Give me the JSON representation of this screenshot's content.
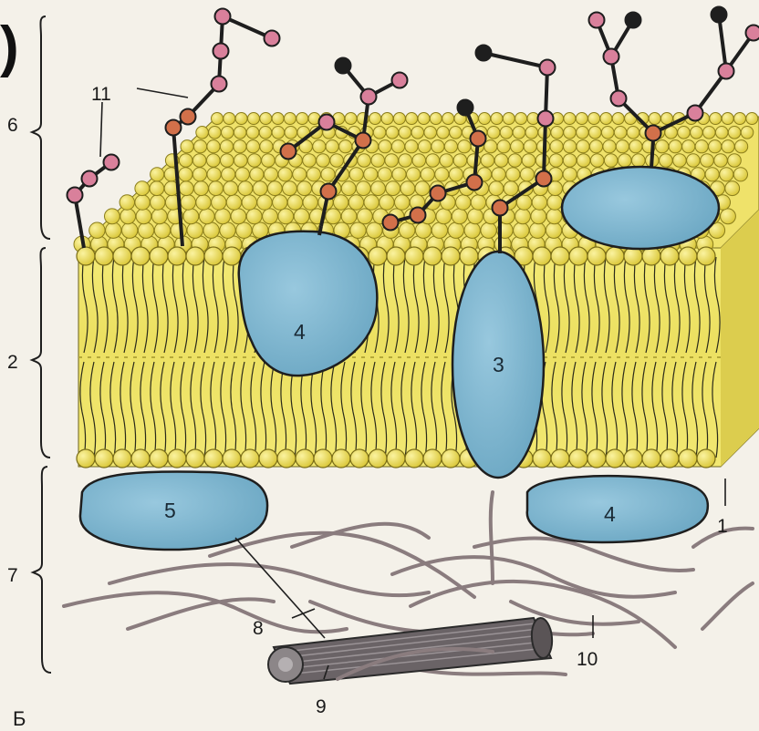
{
  "figure": {
    "panel_letter": "Б",
    "corner_mark": ")"
  },
  "labels": {
    "phospholipid_head": "1",
    "lipid_bilayer": "2",
    "integral_protein": "3",
    "protein_upper": "4",
    "protein_lower_right": "4",
    "peripheral_protein": "5",
    "glycocalyx": "6",
    "submembrane_layer": "7",
    "filament_8": "8",
    "microtubule": "9",
    "filament_10": "10",
    "oligosaccharide_chains": "11"
  },
  "colors": {
    "lipid_head": "#e5d645",
    "lipid_tail": "#f2ea73",
    "protein": "#7fb6cf",
    "sugar_light": "#d9809b",
    "sugar_orange": "#d2704a",
    "sugar_dark": "#1e1e1e",
    "filament": "#9c8e90",
    "background": "#f4f1e9"
  }
}
